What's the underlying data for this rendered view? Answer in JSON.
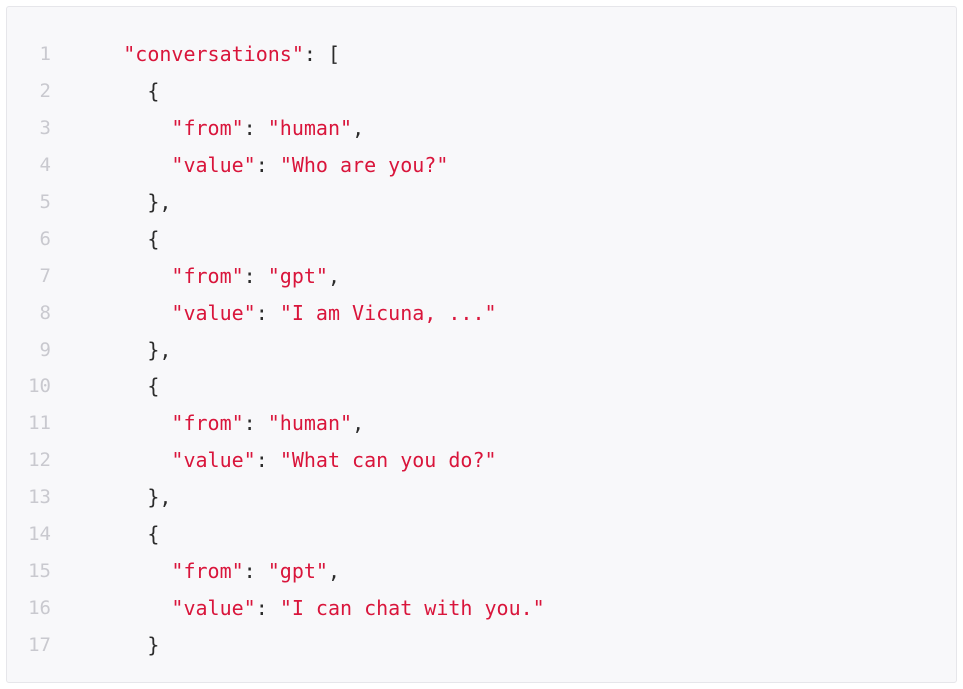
{
  "code_block": {
    "lines": [
      {
        "n": "1",
        "indent": "      ",
        "tokens": [
          {
            "t": "str",
            "v": "\"conversations\""
          },
          {
            "t": "pun",
            "v": ": ["
          }
        ]
      },
      {
        "n": "2",
        "indent": "        ",
        "tokens": [
          {
            "t": "pun",
            "v": "{"
          }
        ]
      },
      {
        "n": "3",
        "indent": "          ",
        "tokens": [
          {
            "t": "str",
            "v": "\"from\""
          },
          {
            "t": "pun",
            "v": ": "
          },
          {
            "t": "str",
            "v": "\"human\""
          },
          {
            "t": "pun",
            "v": ","
          }
        ]
      },
      {
        "n": "4",
        "indent": "          ",
        "tokens": [
          {
            "t": "str",
            "v": "\"value\""
          },
          {
            "t": "pun",
            "v": ": "
          },
          {
            "t": "str",
            "v": "\"Who are you?\""
          }
        ]
      },
      {
        "n": "5",
        "indent": "        ",
        "tokens": [
          {
            "t": "pun",
            "v": "},"
          }
        ]
      },
      {
        "n": "6",
        "indent": "        ",
        "tokens": [
          {
            "t": "pun",
            "v": "{"
          }
        ]
      },
      {
        "n": "7",
        "indent": "          ",
        "tokens": [
          {
            "t": "str",
            "v": "\"from\""
          },
          {
            "t": "pun",
            "v": ": "
          },
          {
            "t": "str",
            "v": "\"gpt\""
          },
          {
            "t": "pun",
            "v": ","
          }
        ]
      },
      {
        "n": "8",
        "indent": "          ",
        "tokens": [
          {
            "t": "str",
            "v": "\"value\""
          },
          {
            "t": "pun",
            "v": ": "
          },
          {
            "t": "str",
            "v": "\"I am Vicuna, ...\""
          }
        ]
      },
      {
        "n": "9",
        "indent": "        ",
        "tokens": [
          {
            "t": "pun",
            "v": "},"
          }
        ]
      },
      {
        "n": "10",
        "indent": "        ",
        "tokens": [
          {
            "t": "pun",
            "v": "{"
          }
        ]
      },
      {
        "n": "11",
        "indent": "          ",
        "tokens": [
          {
            "t": "str",
            "v": "\"from\""
          },
          {
            "t": "pun",
            "v": ": "
          },
          {
            "t": "str",
            "v": "\"human\""
          },
          {
            "t": "pun",
            "v": ","
          }
        ]
      },
      {
        "n": "12",
        "indent": "          ",
        "tokens": [
          {
            "t": "str",
            "v": "\"value\""
          },
          {
            "t": "pun",
            "v": ": "
          },
          {
            "t": "str",
            "v": "\"What can you do?\""
          }
        ]
      },
      {
        "n": "13",
        "indent": "        ",
        "tokens": [
          {
            "t": "pun",
            "v": "},"
          }
        ]
      },
      {
        "n": "14",
        "indent": "        ",
        "tokens": [
          {
            "t": "pun",
            "v": "{"
          }
        ]
      },
      {
        "n": "15",
        "indent": "          ",
        "tokens": [
          {
            "t": "str",
            "v": "\"from\""
          },
          {
            "t": "pun",
            "v": ": "
          },
          {
            "t": "str",
            "v": "\"gpt\""
          },
          {
            "t": "pun",
            "v": ","
          }
        ]
      },
      {
        "n": "16",
        "indent": "          ",
        "tokens": [
          {
            "t": "str",
            "v": "\"value\""
          },
          {
            "t": "pun",
            "v": ": "
          },
          {
            "t": "str",
            "v": "\"I can chat with you.\""
          }
        ]
      },
      {
        "n": "17",
        "indent": "        ",
        "tokens": [
          {
            "t": "pun",
            "v": "}"
          }
        ]
      }
    ]
  },
  "colors": {
    "string": "#d9153b",
    "punctuation": "#2b2b2b",
    "line_number": "#c9c9cf",
    "background": "#f8f8fa"
  }
}
